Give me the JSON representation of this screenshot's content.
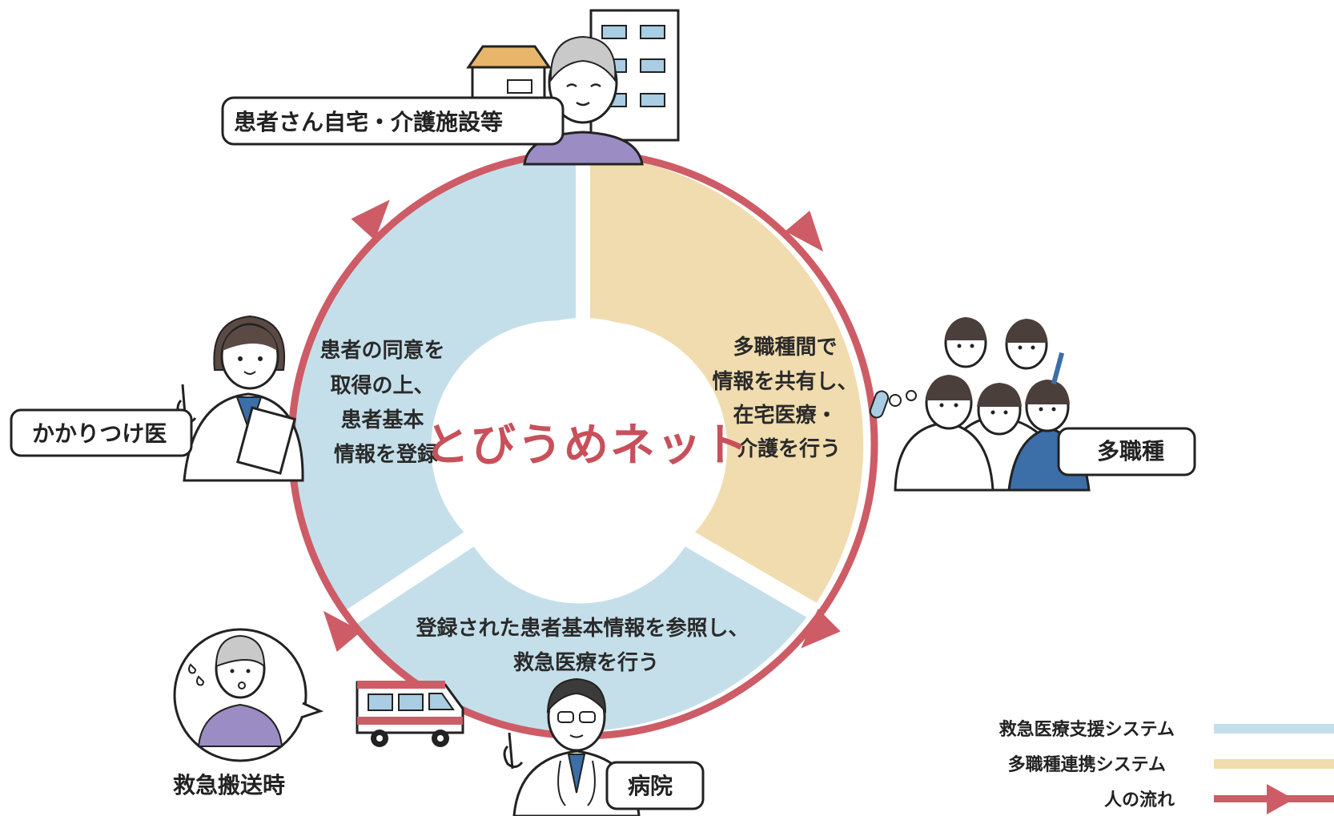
{
  "center_logo": "とびうめネット",
  "segments": {
    "left_text": [
      "患者の同意を",
      "取得の上、",
      "患者基本",
      "情報を登録"
    ],
    "right_text": [
      "多職種間で",
      "情報を共有し、",
      "在宅医療・",
      "介護を行う"
    ],
    "bottom_text": [
      "登録された患者基本情報を参照し、",
      "救急医療を行う"
    ]
  },
  "actors": {
    "home": "患者さん自宅・介護施設等",
    "family_doctor": "かかりつけ医",
    "multi_profession": "多職種",
    "hospital": "病院",
    "emergency_transport": "救急搬送時"
  },
  "legend": [
    {
      "label": "救急医療支援システム",
      "color": "#c4dfea",
      "kind": "band"
    },
    {
      "label": "多職種連携システム",
      "color": "#f0dcae",
      "kind": "band"
    },
    {
      "label": "人の流れ",
      "color": "#cd5c66",
      "kind": "arrow"
    }
  ],
  "colors": {
    "emergency_system": "#c4dfea",
    "multi_system": "#f0dcae",
    "flow": "#cd5c66",
    "logo": "#c8505a"
  }
}
